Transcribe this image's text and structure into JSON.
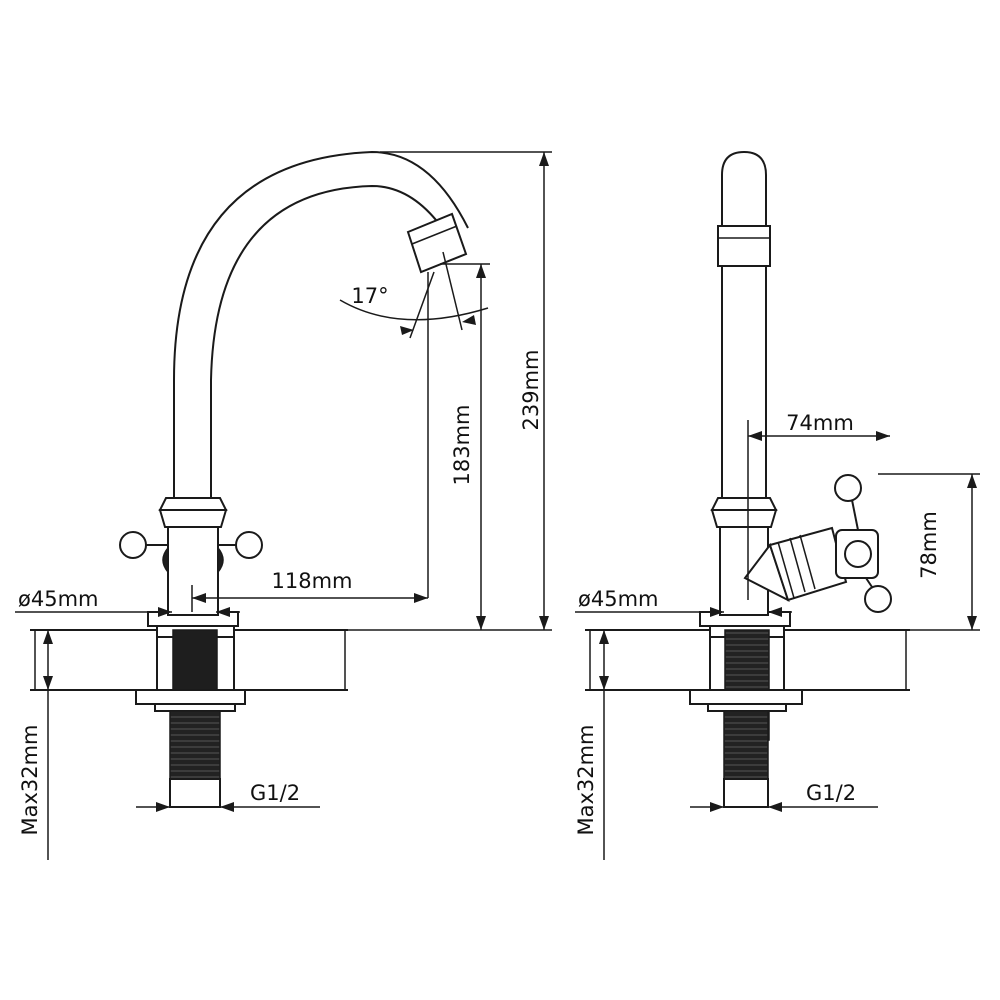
{
  "colors": {
    "ink": "#1a1a1a",
    "background": "#ffffff",
    "hatch": "#444444"
  },
  "front_view": {
    "height_total": "239mm",
    "height_spout": "183mm",
    "reach": "118mm",
    "angle": "17°",
    "base_diameter": "ø45mm",
    "max_thickness": "Max32mm",
    "thread": "G1/2"
  },
  "side_view": {
    "handle_offset": "74mm",
    "handle_height": "78mm",
    "base_diameter": "ø45mm",
    "max_thickness": "Max32mm",
    "thread": "G1/2"
  }
}
